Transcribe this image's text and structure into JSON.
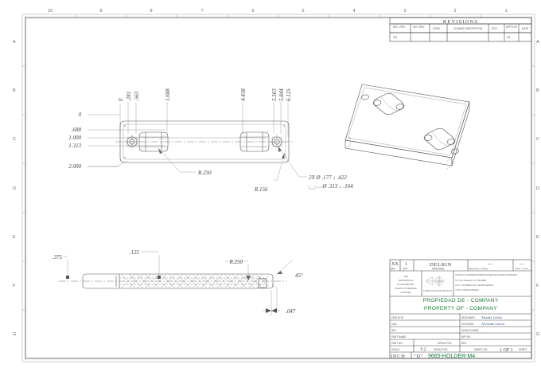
{
  "sheet": {
    "border_zones_top": [
      "10",
      "9",
      "8",
      "7",
      "6",
      "5",
      "4",
      "3",
      "2",
      "1"
    ],
    "border_zones_left": [
      "A",
      "B",
      "C",
      "D",
      "E",
      "F",
      "G"
    ],
    "border_zones_right": [
      "A",
      "B",
      "C",
      "D",
      "E",
      "F",
      "G"
    ]
  },
  "revisions": {
    "title": "REVISIONS",
    "columns": [
      "REC. REV.",
      "SHT. REV.",
      "ZONE",
      "CHANGE DESCRIPTION",
      "ECO",
      "APP'D BY",
      "DATE"
    ],
    "rows": [
      {
        "rec_rev": "001",
        "sht_rev": "",
        "zone": "",
        "description": "",
        "eco": "",
        "appd": "FB",
        "date": ""
      }
    ]
  },
  "top_view": {
    "ordinate_horizontal": [
      "0",
      ".281",
      ".563",
      "1.688",
      "4.438",
      "5.563",
      "5.844",
      "6.125"
    ],
    "ordinate_vertical": [
      "0",
      ".688",
      "1.000",
      "1.313",
      "2.000"
    ],
    "callouts": [
      {
        "label": "R.250"
      },
      {
        "label": "R.156"
      },
      {
        "label": "2X Ø .177 ↓ .422"
      },
      {
        "label": "⌴ Ø .313 ↓ .164"
      }
    ]
  },
  "section_view": {
    "dims": [
      ".375",
      ".125",
      "R.250",
      "45°",
      ".047"
    ]
  },
  "title_block": {
    "header_labels": [
      "DET",
      "QTY",
      "MATERIAL",
      "TREATING / FINISH",
      "PART / TOTAL"
    ],
    "header_values": [
      "XX",
      "1",
      "DELRIN",
      "—",
      "—"
    ],
    "notes_col1": [
      "THE",
      "INFORMATION",
      "IS PROPRIETARY",
      "UNLESS OTHERWISE",
      "CHANGED"
    ],
    "projection_label": "THIRD ANGLE PROJECTION",
    "tolerance_title": "UNLESS OTHERWISE DIMENSIONED MACHINED SURFACES",
    "tolerance_lines": [
      "XX  ±.01      ANGLES ±0.5 DEGREE",
      "XXX ±.005     BREAK ALL SHARP EDGES",
      "XXXX ±.0005   MATERIAL·"
    ],
    "proprietary_es": "PROPIEDAD DE - COMPANY",
    "proprietary_en": "PROPERTY OF - COMPANY",
    "fields": [
      {
        "label": "ORG SITE",
        "value": ""
      },
      {
        "label": "CAD",
        "value": ""
      },
      {
        "label": "REL",
        "value": ""
      },
      {
        "label": "PART NAME",
        "value": ""
      },
      {
        "label": "PART NO.",
        "value": ""
      }
    ],
    "fields_right": [
      {
        "label": "DESIGNER",
        "value": "Tautulu Luther"
      },
      {
        "label": "CHECKER",
        "value": "Alvarado Garcia"
      },
      {
        "label": "GROUP NAME",
        "value": "-"
      },
      {
        "label": "APP BY",
        "value": ""
      },
      {
        "label": "REV",
        "value": ""
      }
    ],
    "scale_label": "SCALE",
    "scale_value": "1:2",
    "group_no_label": "GROUP NO.",
    "sheet_no_label": "SHEET NO.",
    "sheet_no_value": "1 OF 1",
    "sheet_word": "SHEET.",
    "units": "INCH",
    "size": "\"D\"",
    "part_number": "9665-HOLDER-M4"
  }
}
